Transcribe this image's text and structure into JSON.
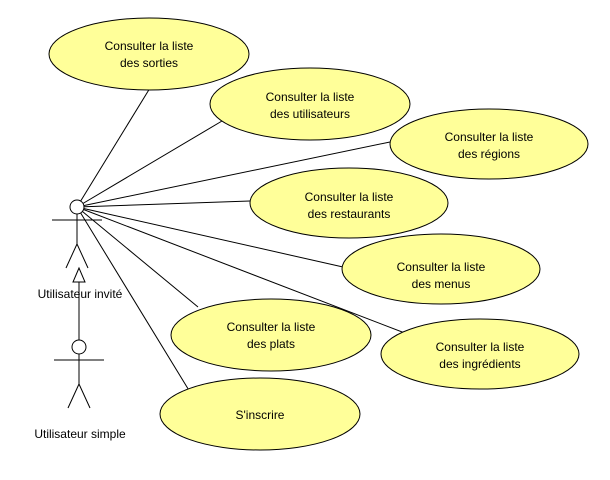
{
  "colors": {
    "usecase_fill": "#ffff99",
    "stroke": "#000000",
    "background": "#ffffff"
  },
  "actors": {
    "guest": {
      "label": "Utilisateur invité"
    },
    "simple": {
      "label": "Utilisateur simple"
    }
  },
  "generalization": {
    "from": "simple",
    "to": "guest"
  },
  "use_cases": [
    {
      "id": "sorties",
      "lines": [
        "Consulter la liste",
        "des sorties"
      ]
    },
    {
      "id": "utilisateurs",
      "lines": [
        "Consulter la liste",
        "des utilisateurs"
      ]
    },
    {
      "id": "regions",
      "lines": [
        "Consulter la liste",
        "des régions"
      ]
    },
    {
      "id": "restaurants",
      "lines": [
        "Consulter la liste",
        "des restaurants"
      ]
    },
    {
      "id": "menus",
      "lines": [
        "Consulter la liste",
        "des menus"
      ]
    },
    {
      "id": "plats",
      "lines": [
        "Consulter la liste",
        "des plats"
      ]
    },
    {
      "id": "ingredients",
      "lines": [
        "Consulter la liste",
        "des ingrédients"
      ]
    },
    {
      "id": "inscrire",
      "lines": [
        "S'inscrire"
      ]
    }
  ]
}
